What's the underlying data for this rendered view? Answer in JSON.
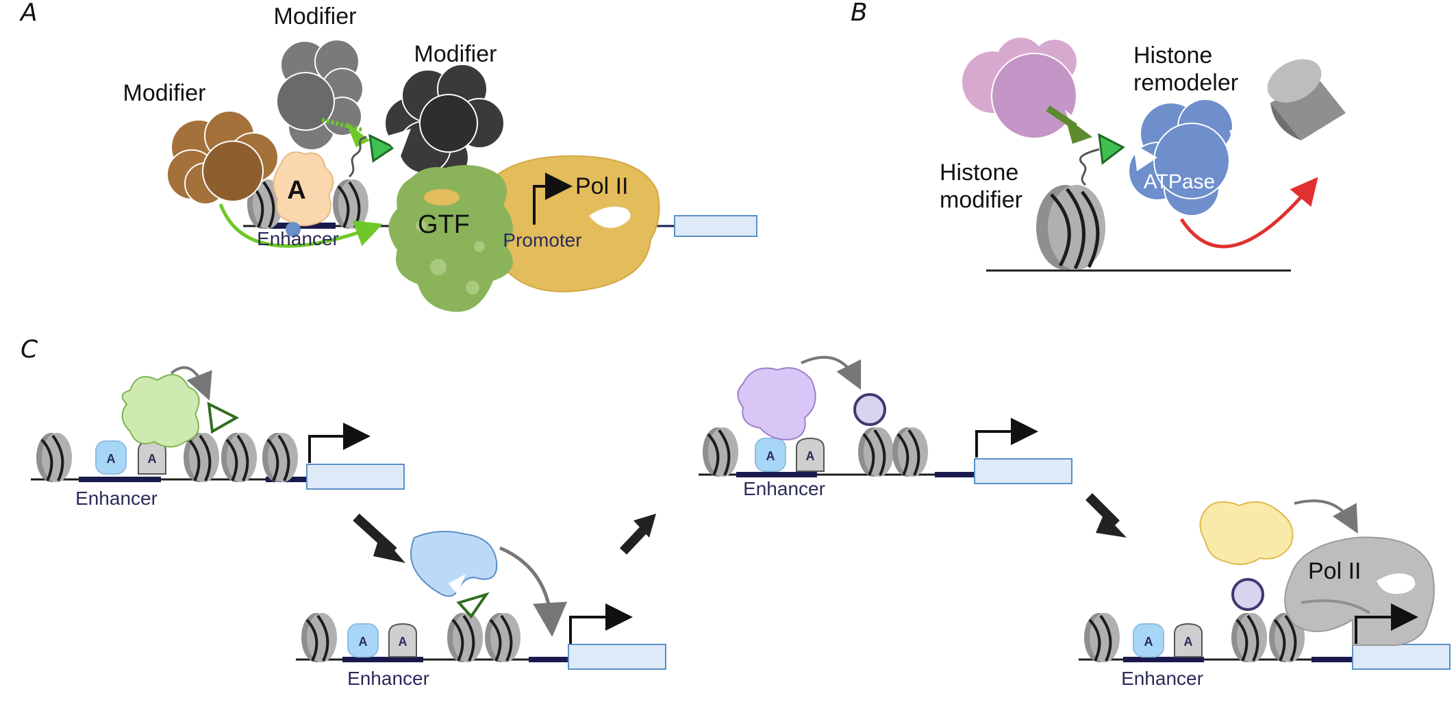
{
  "panels": {
    "a": "A",
    "b": "B",
    "c": "C"
  },
  "panel_a": {
    "modifier_left": "Modifier",
    "modifier_top": "Modifier",
    "modifier_right": "Modifier",
    "activator": "A",
    "gtf": "GTF",
    "pol2": "Pol II",
    "enhancer": "Enhancer",
    "promoter": "Promoter"
  },
  "panel_b": {
    "histone_remodeler": [
      "Histone",
      "remodeler"
    ],
    "histone_modifier": [
      "Histone",
      "modifier"
    ],
    "atpase": "ATPase"
  },
  "panel_c": {
    "activator": "A",
    "enhancer": "Enhancer",
    "pol2": "Pol II"
  },
  "colors": {
    "nucleosome": "#8f8f8f",
    "dna": "#1c1c1c",
    "enhancer_bar": "#1a1a4e",
    "gene_box": "#deeaf7",
    "gtf": "#8bb35a",
    "pol2": "#e3bc5c",
    "arrow_green": "#6fc82a",
    "arrow_red": "#e03030",
    "remodeler": "#6e8fcc",
    "histone_modifier": "#c496c7"
  }
}
